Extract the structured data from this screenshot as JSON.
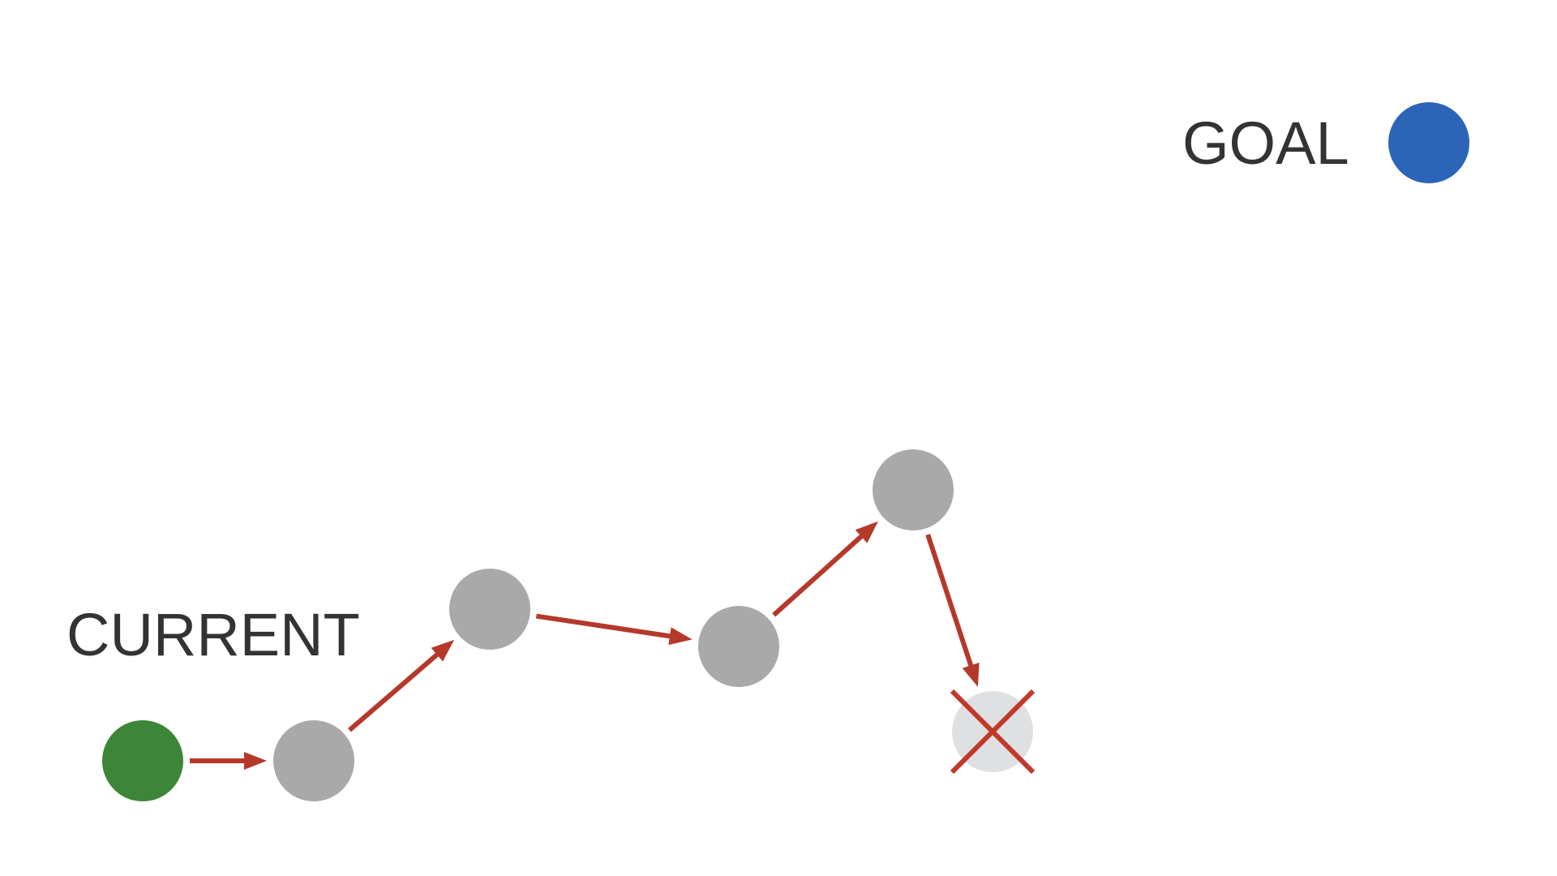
{
  "labels": {
    "goal": "GOAL",
    "current": "CURRENT"
  },
  "colors": {
    "current_node": "#3d8538",
    "goal_node": "#2c64b8",
    "step_node": "#a8a9a8",
    "rejected_node": "#dfe0e1",
    "arrow": "#b5392a",
    "cross": "#c0392b",
    "text": "#333333",
    "background": "#ffffff"
  },
  "nodes": [
    {
      "id": "current",
      "role": "current"
    },
    {
      "id": "step-1",
      "role": "step"
    },
    {
      "id": "step-2",
      "role": "step"
    },
    {
      "id": "step-3",
      "role": "step"
    },
    {
      "id": "step-4",
      "role": "step"
    },
    {
      "id": "rejected",
      "role": "rejected"
    },
    {
      "id": "goal",
      "role": "goal"
    }
  ],
  "edges": [
    {
      "from": "current",
      "to": "step-1"
    },
    {
      "from": "step-1",
      "to": "step-2"
    },
    {
      "from": "step-2",
      "to": "step-3"
    },
    {
      "from": "step-3",
      "to": "step-4"
    },
    {
      "from": "step-4",
      "to": "rejected"
    }
  ]
}
